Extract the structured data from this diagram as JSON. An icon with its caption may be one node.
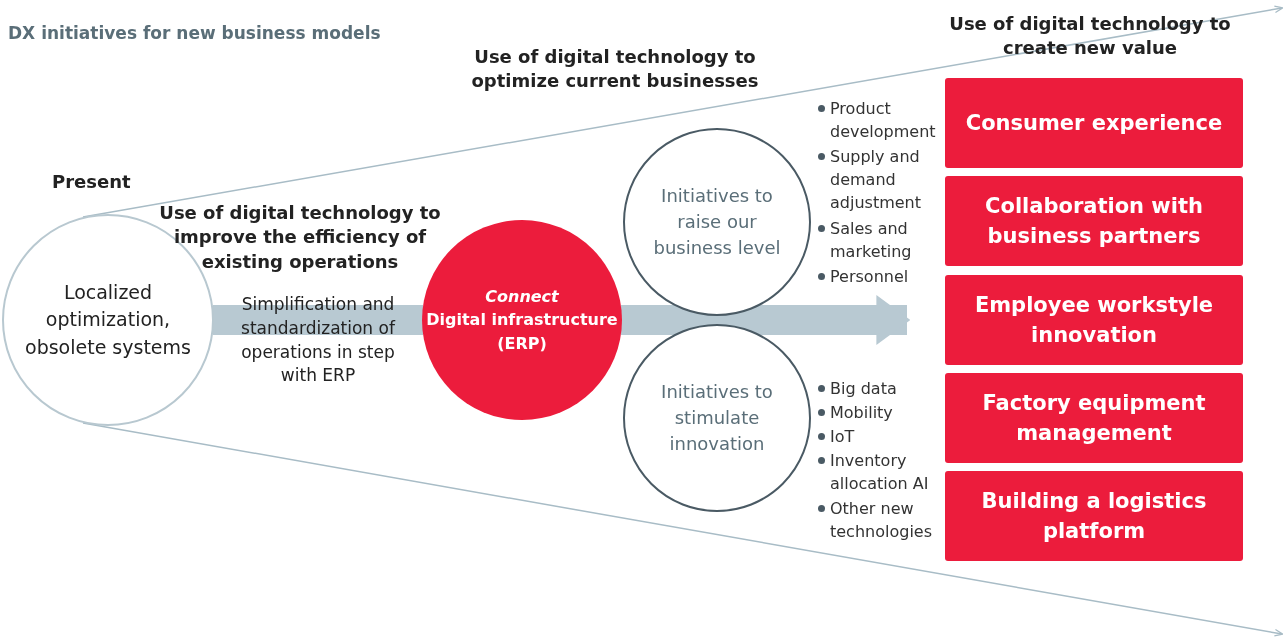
{
  "diagram": {
    "title": "DX initiatives for new business models",
    "nodes": [
      {
        "text": [
          "Localized optimization, obsolete systems"
        ],
        "beside": [
          "Present"
        ]
      },
      {
        "text": [
          "Connect",
          "Digital infrastructure (ERP)"
        ]
      },
      {
        "text": [
          "Initiatives to raise our business level"
        ]
      },
      {
        "text": [
          "Initiatives to stimulate innovation"
        ]
      },
      {
        "text": [
          "Consumer experience"
        ]
      },
      {
        "text": [
          "Collaboration with business partners"
        ]
      },
      {
        "text": [
          "Employee workstyle innovation"
        ]
      },
      {
        "text": [
          "Factory equipment management"
        ]
      },
      {
        "text": [
          "Building a logistics platform"
        ]
      }
    ],
    "edges": [
      {
        "from": 0,
        "to": 1,
        "arrow": "none",
        "style": "thick",
        "label": "Simplification and standardization of operations in step with ERP"
      },
      {
        "from": 1,
        "to": 6,
        "arrow": "to",
        "style": "thick"
      },
      {
        "from": 0,
        "to": null,
        "arrow": "to"
      },
      {
        "from": 0,
        "to": null,
        "arrow": "to"
      }
    ],
    "labels": [
      "Use of digital technology to optimize current businesses",
      "Use of digital technology to create new value",
      "Use of digital technology to improve the efficiency of existing operations",
      "Product development",
      "Supply and demand adjustment",
      "Sales and marketing",
      "Personnel",
      "Big data",
      "Mobility",
      "IoT",
      "Inventory allocation AI",
      "Other new technologies"
    ]
  }
}
